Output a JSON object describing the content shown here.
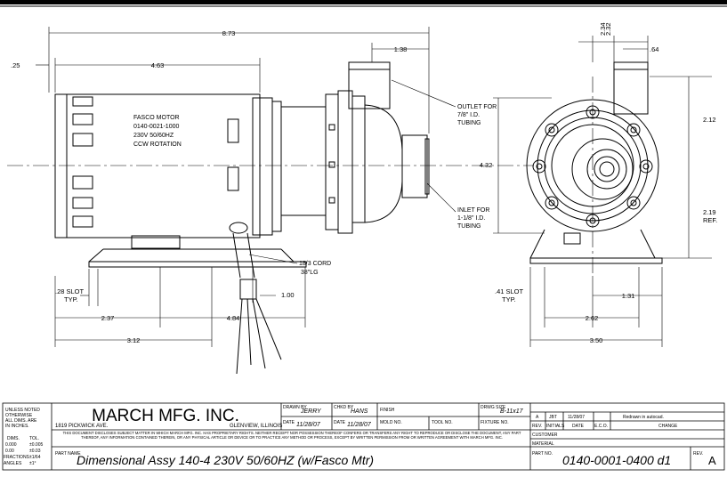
{
  "dimensions": {
    "overall_length": "8.73",
    "shaft_offset": ".25",
    "motor_length": "4.63",
    "outlet_offset": "1.38",
    "height": "4.32",
    "front_width_a": "2.34",
    "front_width_b": "2.32",
    "outlet_dia": ".64",
    "upper_height": "2.12",
    "lower_height": "2.19",
    "lower_height_note": "REF.",
    "cord_to_base": "1.00",
    "slot_left": ".28 SLOT",
    "slot_right": ".41 SLOT",
    "slot_note": "TYP.",
    "base_a": "2.37",
    "base_b": "4.84",
    "base_c": "3.12",
    "front_base_a": "1.31",
    "front_base_b": "2.62",
    "front_base_c": "3.50"
  },
  "callouts": {
    "motor": [
      "FASCO MOTOR",
      "0140-0021-1000",
      "230V 50/60HZ",
      "CCW ROTATION"
    ],
    "outlet": [
      "OUTLET FOR",
      "7/8\" I.D.",
      "TUBING"
    ],
    "inlet": [
      "INLET FOR",
      "1-1/8\" I.D.",
      "TUBING"
    ],
    "cord": [
      "18/3 CORD",
      "38\"LG"
    ]
  },
  "title_block": {
    "tolerance_note": [
      "UNLESS NOTED",
      "OTHERWISE",
      "ALL DIMS. ARE",
      "IN INCHES."
    ],
    "tol_header_dims": "DIMS.",
    "tol_header_tol": "TOL.",
    "tol_rows": [
      [
        "0.000",
        "±0.005"
      ],
      [
        "0.00",
        "±0.03"
      ],
      [
        "FRACTIONS",
        "±1/64"
      ],
      [
        "ANGLES",
        "±1°"
      ]
    ],
    "company": "MARCH MFG. INC.",
    "address": "1819 PICKWICK AVE.",
    "city": "GLENVIEW, ILLINOIS",
    "drawn_label": "DRAWN BY",
    "drawn_by": "JERRY",
    "chkd_label": "CHKD BY",
    "chkd_by": "HANS",
    "finish_label": "FINISH",
    "dwg_size_label": "DRWG SIZE",
    "dwg_size": "B-11x17",
    "date_label": "DATE",
    "drawn_date": "11/28/07",
    "chkd_date": "11/28/07",
    "mold_label": "MOLD NO.",
    "tool_label": "TOOL NO.",
    "fixture_label": "FIXTURE NO.",
    "proprietary": "THIS DOCUMENT DISCLOSES SUBJECT MATTER IN WHICH MARCH MFG. INC. HAS PROPRIETARY RIGHTS. NEITHER RECEIPT NOR POSSESSION THEREOF CONFERS OR TRANSFERS ANY RIGHT TO REPRODUCE OR DISCLOSE THE DOCUMENT, ANY PART THEREOF, ANY INFORMATION CONTAINED THEREIN, OR ANY PHYSICAL ARTICLE OR DEVICE OR TO PRACTICE ANY METHOD OR PROCESS, EXCEPT BY WRITTEN PERMISSION FROM OR WRITTEN AGREEMENT WITH MARCH MFG. INC.",
    "part_name_label": "PART NAME",
    "part_name": "Dimensional Assy 140-4 230V 50/60HZ (w/Fasco Mtr)",
    "rev_row": {
      "rev": "A",
      "initials": "JBT",
      "date": "11/28/07",
      "eco": "",
      "change": "Redrawn in autocad."
    },
    "rev_headers": {
      "rev": "REV.",
      "initials": "INITIALS",
      "date": "DATE",
      "eco": "E.C.O.",
      "change": "CHANGE"
    },
    "customer_label": "CUSTOMER",
    "material_label": "MATERIAL",
    "part_no_label": "PART NO.",
    "part_no": "0140-0001-0400 d1",
    "rev_label": "REV.",
    "rev_value": "A"
  }
}
